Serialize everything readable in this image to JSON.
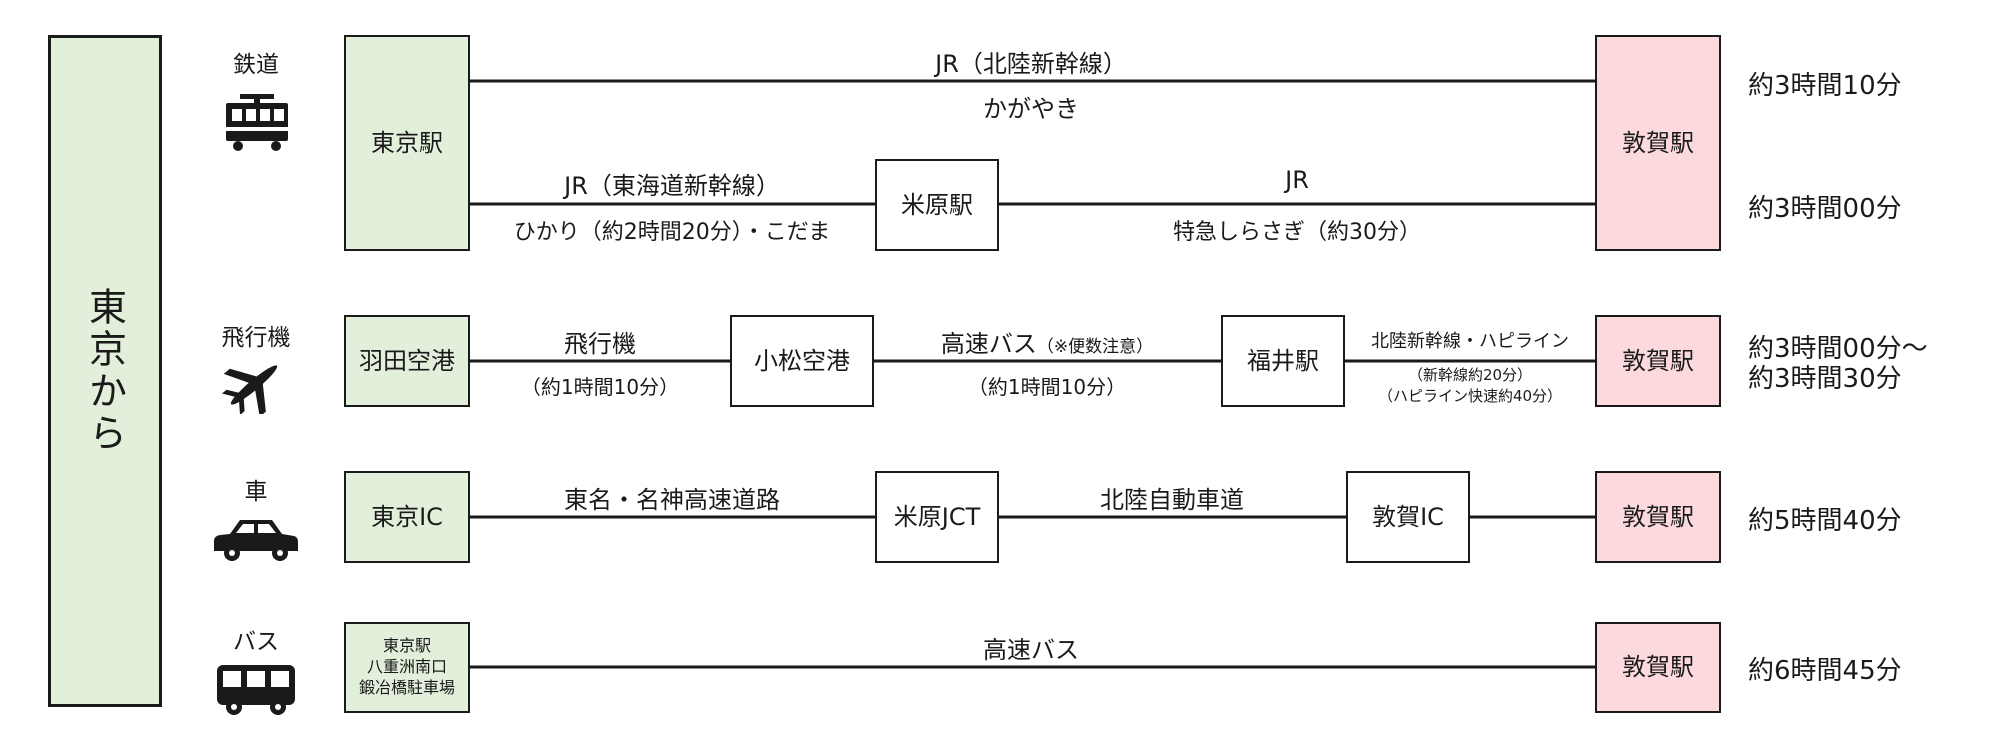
{
  "origin_label": "東京から",
  "modes": {
    "rail": "鉄道",
    "air": "飛行機",
    "car": "車",
    "bus": "バス"
  },
  "icons": {
    "rail": "train-icon",
    "air": "airplane-icon",
    "car": "car-icon",
    "bus": "bus-icon"
  },
  "colors": {
    "origin_fill": "#e2efda",
    "destination_fill": "#fbd9dc",
    "stroke": "#1a1a1a"
  },
  "rail": {
    "origin": "東京駅",
    "destination": "敦賀駅",
    "route1": {
      "line": "JR（北陸新幹線）",
      "train": "かがやき",
      "time": "約3時間10分"
    },
    "route2": {
      "seg1_line": "JR（東海道新幹線）",
      "seg1_train": "ひかり（約2時間20分）・こだま",
      "transfer": "米原駅",
      "seg2_line": "JR",
      "seg2_train": "特急しらさぎ（約30分）",
      "time": "約3時間00分"
    }
  },
  "air": {
    "origin": "羽田空港",
    "seg1_label": "飛行機",
    "seg1_time": "（約1時間10分）",
    "stop1": "小松空港",
    "seg2_label": "高速バス",
    "seg2_note": "（※便数注意）",
    "seg2_time": "（約1時間10分）",
    "stop2": "福井駅",
    "seg3_label": "北陸新幹線・ハピライン",
    "seg3_note1": "（新幹線約20分）",
    "seg3_note2": "（ハピライン快速約40分）",
    "destination": "敦賀駅",
    "time_line1": "約3時間00分〜",
    "time_line2": "約3時間30分"
  },
  "car": {
    "origin": "東京IC",
    "seg1_label": "東名・名神高速道路",
    "stop1": "米原JCT",
    "seg2_label": "北陸自動車道",
    "stop2": "敦賀IC",
    "destination": "敦賀駅",
    "time": "約5時間40分"
  },
  "bus": {
    "origin_line1": "東京駅",
    "origin_line2": "八重洲南口",
    "origin_line3": "鍛冶橋駐車場",
    "seg_label": "高速バス",
    "destination": "敦賀駅",
    "time": "約6時間45分"
  }
}
